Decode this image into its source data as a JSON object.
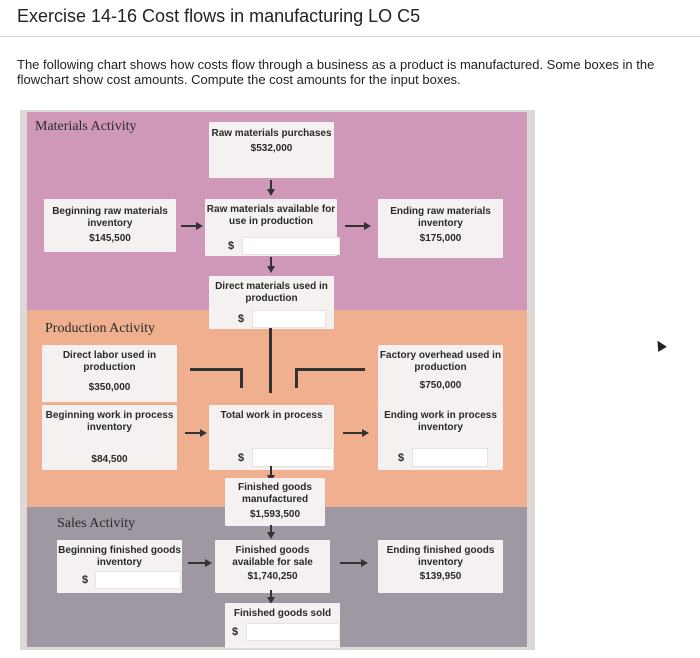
{
  "header": {
    "title": "Exercise 14-16 Cost flows in manufacturing LO C5",
    "intro": "The following chart shows how costs flow through a business as a product is manufactured. Some boxes in the flowchart show cost amounts. Compute the cost amounts for the input boxes."
  },
  "sections": {
    "materials": "Materials Activity",
    "production": "Production Activity",
    "sales": "Sales Activity"
  },
  "colors": {
    "materials_band": "#cf98b9",
    "production_band": "#f0b090",
    "sales_band": "#9f97a2"
  },
  "boxes": {
    "raw_purchases": {
      "label": "Raw materials purchases",
      "amount": "$532,000"
    },
    "beginning_raw": {
      "label": "Beginning raw materials inventory",
      "amount": "$145,500"
    },
    "raw_available": {
      "label": "Raw materials available for use in production",
      "prefix": "$",
      "input": ""
    },
    "ending_raw": {
      "label": "Ending raw materials inventory",
      "amount": "$175,000"
    },
    "direct_materials": {
      "label": "Direct materials used in production",
      "prefix": "$",
      "input": ""
    },
    "direct_labor": {
      "label": "Direct labor used in production",
      "amount": "$350,000"
    },
    "factory_overhead": {
      "label": "Factory overhead used in production",
      "amount": "$750,000"
    },
    "beginning_wip": {
      "label": "Beginning work in process inventory",
      "amount": "$84,500"
    },
    "total_wip": {
      "label": "Total work in process",
      "prefix": "$",
      "input": ""
    },
    "ending_wip": {
      "label": "Ending work in process inventory",
      "prefix": "$",
      "input": ""
    },
    "goods_manufactured": {
      "label": "Finished goods manufactured",
      "amount": "$1,593,500"
    },
    "beginning_fg": {
      "label": "Beginning finished goods inventory",
      "prefix": "$",
      "input": ""
    },
    "fg_available": {
      "label": "Finished goods available for sale",
      "amount": "$1,740,250"
    },
    "ending_fg": {
      "label": "Ending finished goods inventory",
      "amount": "$139,950"
    },
    "goods_sold": {
      "label": "Finished goods sold",
      "prefix": "$",
      "input": ""
    }
  }
}
